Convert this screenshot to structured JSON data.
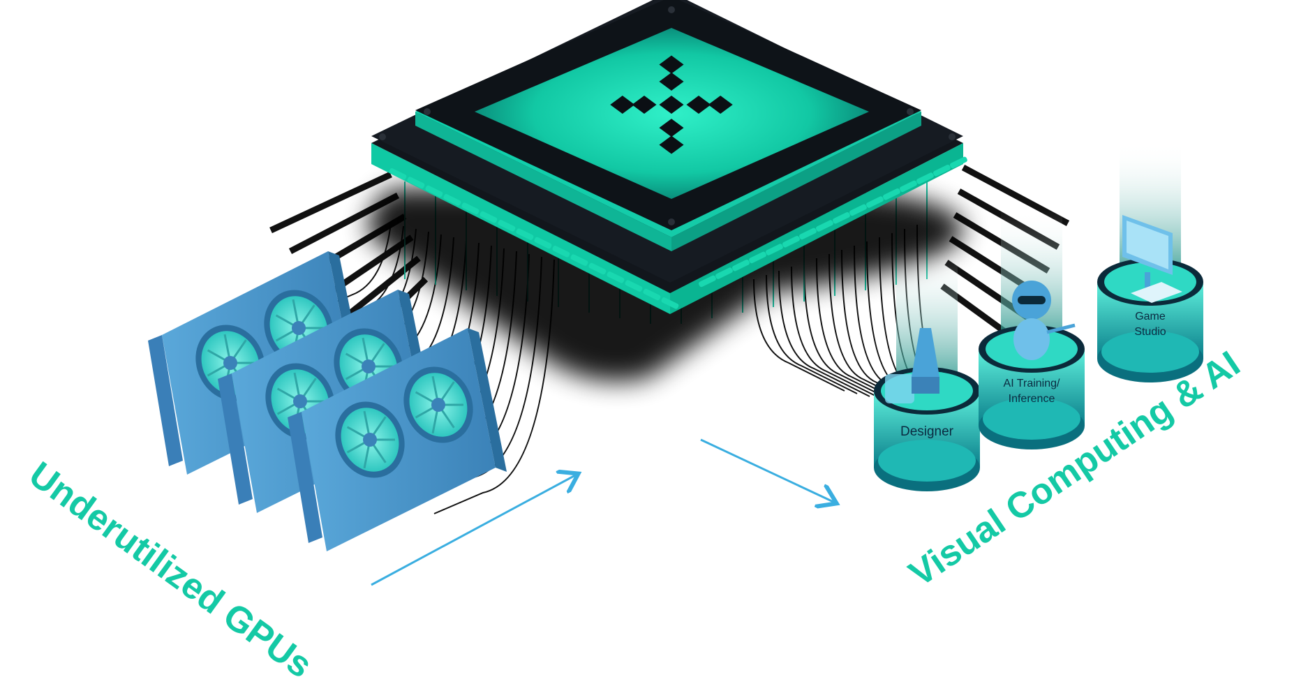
{
  "labels": {
    "left_caption": "Underutilized GPUs",
    "right_caption": "Visual Computing & AI"
  },
  "pods": [
    {
      "lines": [
        "Designer"
      ]
    },
    {
      "lines": [
        "AI Training/",
        "Inference"
      ]
    },
    {
      "lines": [
        "Game",
        "Studio"
      ]
    }
  ],
  "colors": {
    "accent": "#14c9a5",
    "accent_dark": "#0aa888",
    "chip_black": "#0d1117",
    "gpu_blue": "#4a9fd4",
    "gpu_blue_dark": "#2a6e9e",
    "fan_teal": "#5ee6d8",
    "arrow_blue": "#3aaee0",
    "pod_teal": "#2fd9c4",
    "pod_dark": "#0b2a3a"
  },
  "icons": [
    "processor-chip-icon",
    "pixel-cross-logo-icon",
    "gpu-card-icon",
    "fan-icon",
    "pen-tool-icon",
    "robot-icon",
    "monitor-icon",
    "arrow-icon"
  ]
}
